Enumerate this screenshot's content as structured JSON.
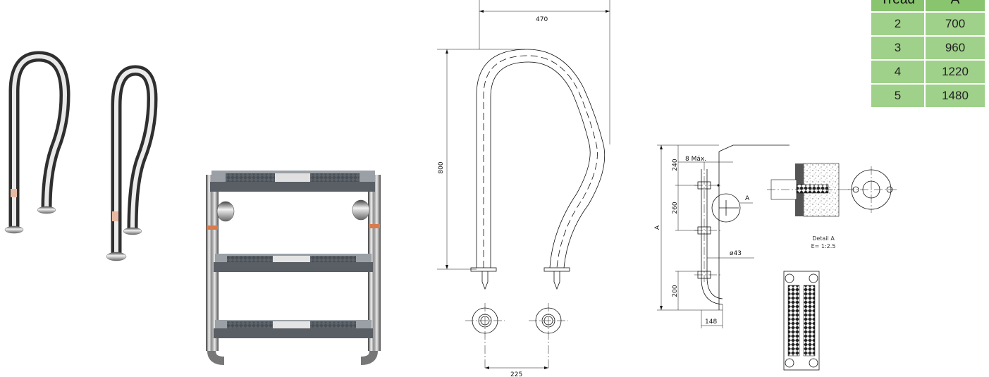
{
  "table": {
    "headers": [
      "Tread",
      "A"
    ],
    "rows": [
      [
        "2",
        "700"
      ],
      [
        "3",
        "960"
      ],
      [
        "4",
        "1220"
      ],
      [
        "5",
        "1480"
      ]
    ]
  },
  "handrail_drawing": {
    "width": "470",
    "height": "800",
    "base_spacing": "225"
  },
  "section_drawing": {
    "offset": "8 Máx.",
    "top_gap": "240",
    "mid_gap": "260",
    "bottom_gap": "200",
    "total": "A",
    "tube_diameter": "ø43",
    "foot_depth": "148",
    "detail_marker": "A"
  },
  "detail": {
    "title": "Detail A",
    "scale": "E=  1:2.5"
  },
  "colors": {
    "table_header": "#89c46f",
    "table_cell": "#9fd18a"
  }
}
